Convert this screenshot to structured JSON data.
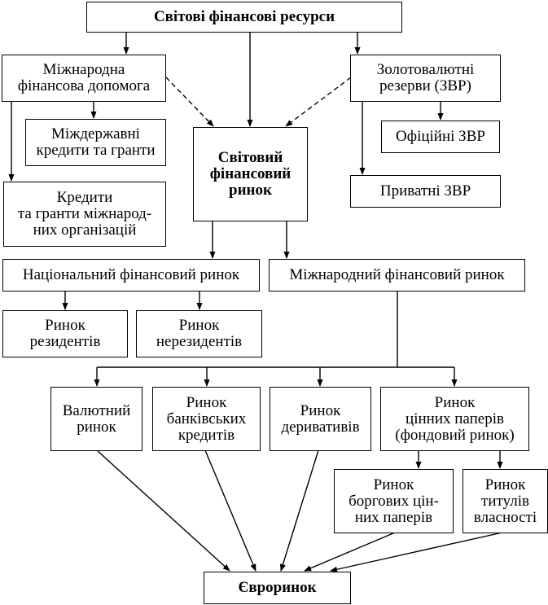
{
  "nodes": {
    "world_resources": "Світові фінансові ресурси",
    "intl_aid": "Міжнародна\nфінансова допомога",
    "gold_reserves": "Золотовалютні\nрезерви (ЗВР)",
    "interstate_credits": "Міждержавні\nкредити та гранти",
    "official_reserves": "Офіційні ЗВР",
    "world_market": "Світовий\nфінансовий\nринок",
    "intl_org_credits": "Кредити\nта гранти міжнарод-\nних організацій",
    "private_reserves": "Приватні ЗВР",
    "national_market": "Національний фінансовий ринок",
    "international_market": "Міжнародний фінансовий ринок",
    "residents_market": "Ринок\nрезидентів",
    "nonresidents_market": "Ринок\nнерезидентів",
    "currency_market": "Валютний\nринок",
    "bank_credit_market": "Ринок\nбанківських\nкредитів",
    "derivatives_market": "Ринок\nдеривативів",
    "securities_market": "Ринок\nцінних паперів\n(фондовий ринок)",
    "debt_securities_market": "Ринок\nборгових цін-\nних паперів",
    "ownership_titles_market": "Ринок\nтитулів\nвласності",
    "euromarket": "Єврор­инок"
  }
}
